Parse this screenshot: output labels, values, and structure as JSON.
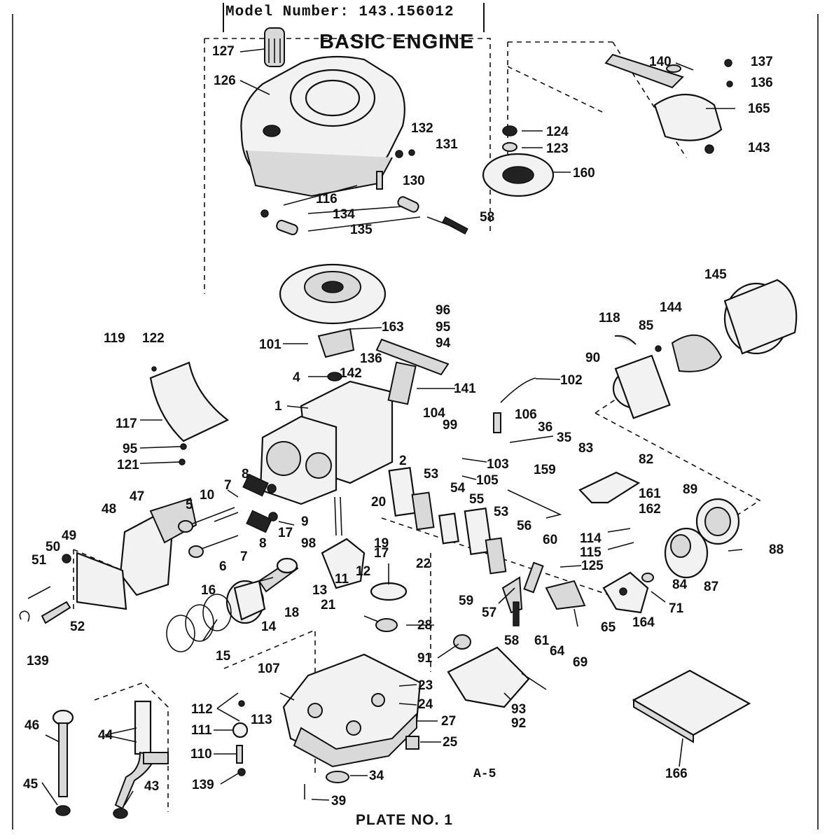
{
  "header": {
    "model_number": "Model Number: 143.156012",
    "title": "BASIC ENGINE",
    "plate": "PLATE NO. 1",
    "ref": "A-5"
  },
  "labels": [
    "127",
    "126",
    "132",
    "131",
    "130",
    "116",
    "134",
    "135",
    "58",
    "140",
    "137",
    "136",
    "165",
    "124",
    "123",
    "143",
    "160",
    "119",
    "122",
    "117",
    "95",
    "121",
    "101",
    "4",
    "142",
    "1",
    "96",
    "95",
    "94",
    "136",
    "141",
    "104",
    "99",
    "163",
    "102",
    "106",
    "36",
    "35",
    "103",
    "105",
    "83",
    "82",
    "159",
    "161",
    "162",
    "118",
    "85",
    "90",
    "144",
    "145",
    "89",
    "88",
    "87",
    "84",
    "2",
    "53",
    "54",
    "55",
    "53",
    "56",
    "20",
    "19",
    "60",
    "114",
    "115",
    "125",
    "59",
    "57",
    "58",
    "61",
    "64",
    "69",
    "65",
    "164",
    "71",
    "48",
    "47",
    "10",
    "7",
    "8",
    "5",
    "9",
    "98",
    "8",
    "7",
    "6",
    "17",
    "17",
    "22",
    "16",
    "13",
    "11",
    "12",
    "21",
    "18",
    "28",
    "14",
    "15",
    "49",
    "50",
    "51",
    "52",
    "139",
    "91",
    "93",
    "92",
    "107",
    "23",
    "24",
    "27",
    "25",
    "112",
    "111",
    "113",
    "110",
    "139",
    "34",
    "39",
    "46",
    "44",
    "45",
    "43",
    "166"
  ]
}
